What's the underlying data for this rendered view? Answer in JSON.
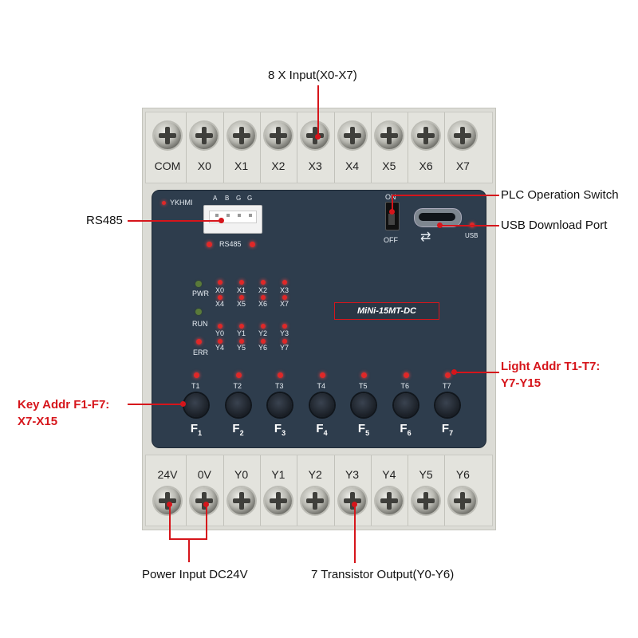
{
  "callouts": {
    "x_input": "8 X Input(X0-X7)",
    "rs485": "RS485",
    "plc_switch": "PLC Operation Switch",
    "usb_port": "USB Download Port",
    "light_addr_1": "Light Addr T1-T7:",
    "light_addr_2": "Y7-Y15",
    "key_addr_1": "Key Addr F1-F7:",
    "key_addr_2": "X7-X15",
    "power_input": "Power Input DC24V",
    "transistor_output": "7 Transistor  Output(Y0-Y6)"
  },
  "top_terminals": [
    "COM",
    "X0",
    "X1",
    "X2",
    "X3",
    "X4",
    "X5",
    "X6",
    "X7"
  ],
  "bottom_terminals": [
    "24V",
    "0V",
    "Y0",
    "Y1",
    "Y2",
    "Y3",
    "Y4",
    "Y5",
    "Y6"
  ],
  "panel": {
    "brand": "YKHMI",
    "rs485_pins": [
      "A",
      "B",
      "G",
      "G"
    ],
    "rs485_label": "RS485",
    "switch_on": "ON",
    "switch_off": "OFF",
    "usb_label": "USB",
    "model": "MiNi-15MT-DC",
    "status": [
      "PWR",
      "RUN",
      "ERR"
    ],
    "x_leds_row1": [
      "X0",
      "X1",
      "X2",
      "X3"
    ],
    "x_leds_row2": [
      "X4",
      "X5",
      "X6",
      "X7"
    ],
    "y_leds_row1": [
      "Y0",
      "Y1",
      "Y2",
      "Y3"
    ],
    "y_leds_row2": [
      "Y4",
      "Y5",
      "Y6",
      "Y7"
    ],
    "lights": [
      "T1",
      "T2",
      "T3",
      "T4",
      "T5",
      "T6",
      "T7"
    ],
    "keys": [
      {
        "letter": "F",
        "num": "1"
      },
      {
        "letter": "F",
        "num": "2"
      },
      {
        "letter": "F",
        "num": "3"
      },
      {
        "letter": "F",
        "num": "4"
      },
      {
        "letter": "F",
        "num": "5"
      },
      {
        "letter": "F",
        "num": "6"
      },
      {
        "letter": "F",
        "num": "7"
      }
    ]
  },
  "colors": {
    "accent": "#d6151b",
    "panel": "#2e3d4d",
    "casing": "#dcdcd6"
  }
}
